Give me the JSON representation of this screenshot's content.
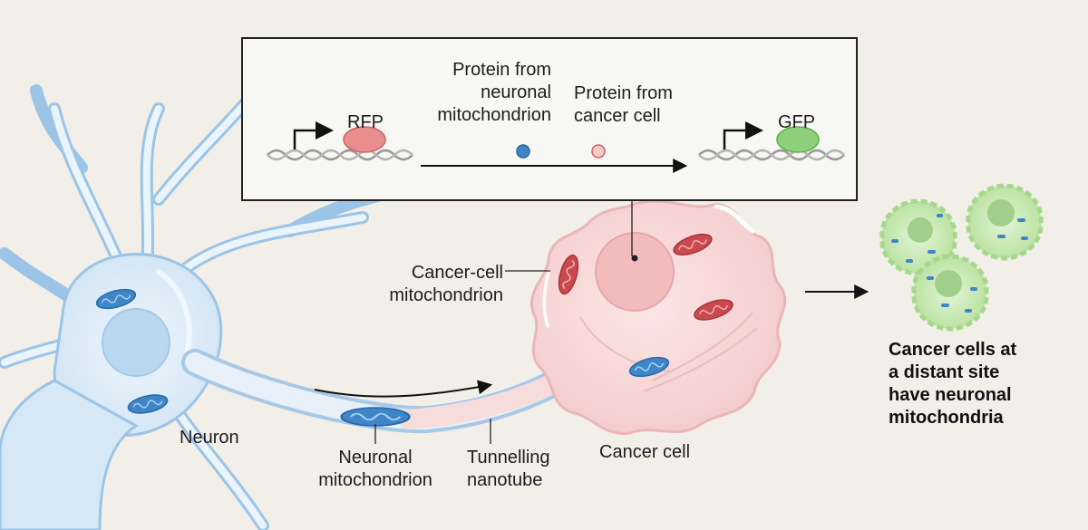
{
  "inset": {
    "rfp_label": "RFP",
    "gfp_label": "GFP",
    "neuronal_protein_label": "Protein from\nneuronal\nmitochondrion",
    "cancer_protein_label": "Protein from\ncancer cell"
  },
  "labels": {
    "neuron": "Neuron",
    "neuronal_mitochondrion": "Neuronal\nmitochondrion",
    "tunnelling_nanotube": "Tunnelling\nnanotube",
    "cancer_cell": "Cancer cell",
    "cancer_cell_mitochondrion": "Cancer-cell\nmitochondrion",
    "outcome": "Cancer cells at\na distant site\nhave neuronal\nmitochondria"
  },
  "colors": {
    "background": "#f1efe8",
    "neuron": "#cfe3f3",
    "neuron_outline": "#9cc4e6",
    "cancer_cell": "#f6d6d6",
    "mito_blue": "#3f86c8",
    "mito_red": "#c9494f",
    "rfp": "#e98c8e",
    "gfp": "#8fd07c",
    "green_cell": "#bfe6a8"
  },
  "icons": [
    "dna-icon",
    "promoter-arrow-icon",
    "mitochondrion-icon"
  ]
}
